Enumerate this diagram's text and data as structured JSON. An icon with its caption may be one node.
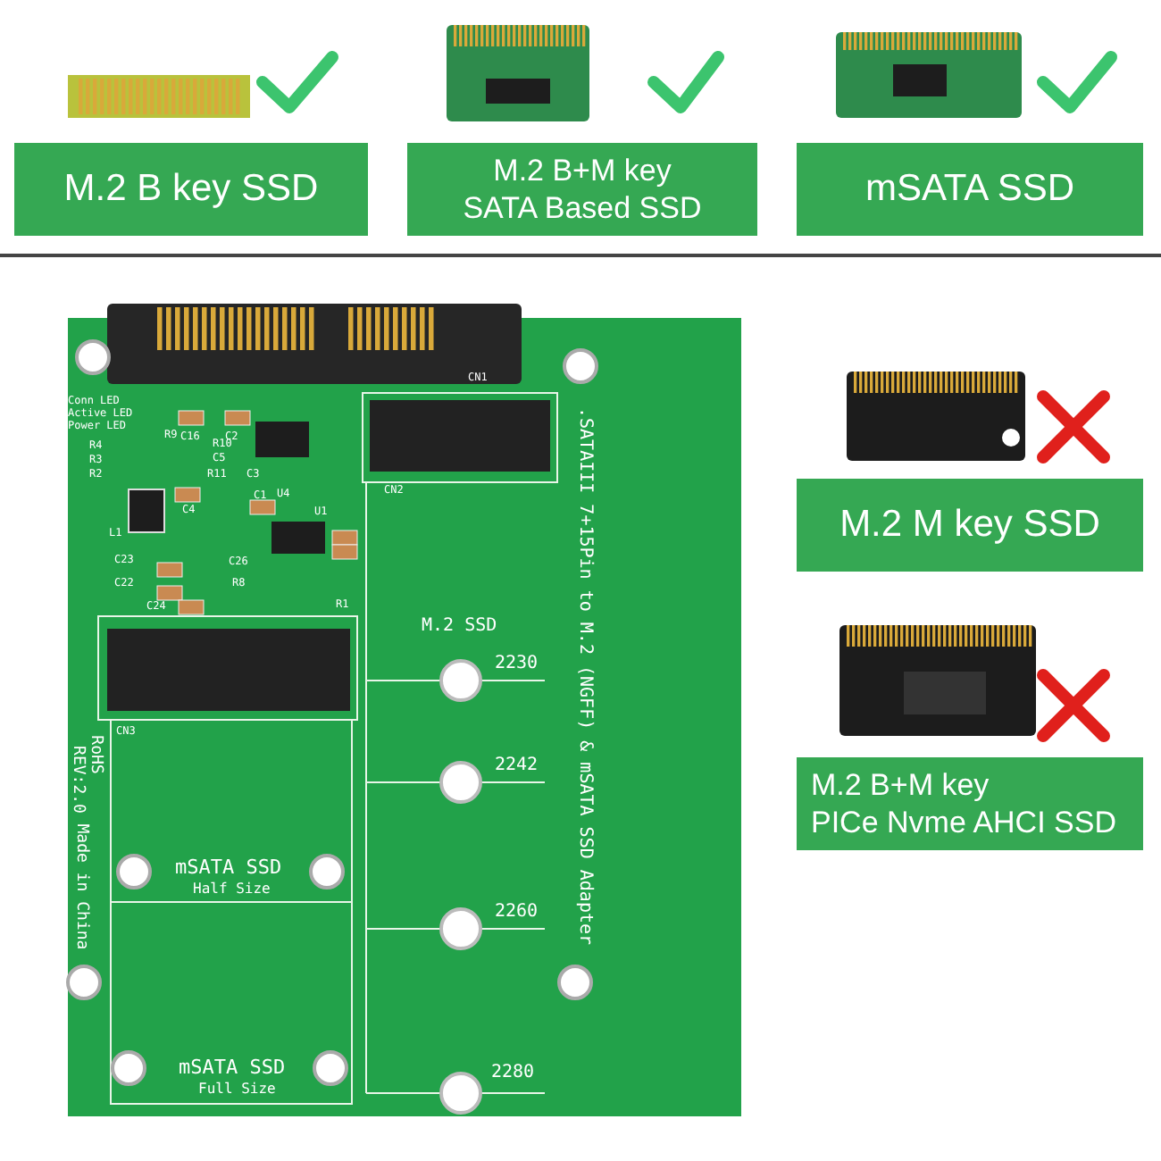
{
  "diagram": {
    "nodes": [
      {
        "text": [
          "M.2 B key SSD"
        ]
      },
      {
        "text": [
          "M.2 B+M key",
          "SATA Based SSD"
        ]
      },
      {
        "text": [
          "mSATA SSD"
        ]
      },
      {
        "text": [
          "M.2 M key SSD"
        ]
      },
      {
        "text": [
          "M.2 B+M key",
          "PICe Nvme AHCI SSD"
        ]
      }
    ],
    "labels": [
      "Conn LED",
      "Active LED",
      "Power LED",
      "CN1",
      "C16",
      "C2",
      "R4",
      "R3",
      "R2",
      "R9",
      "R10",
      "C5",
      "R11",
      "C3",
      "C1",
      "U4",
      "C4",
      "L1",
      "U1",
      "CN2",
      "C23",
      "C22",
      "C26",
      "R8",
      "C24",
      "R1",
      "M.2 SSD",
      "2230",
      "CN3",
      "2242",
      "RoHS",
      "REV:2.0",
      "Made in China",
      "mSATA SSD",
      "Half Size",
      "2260",
      "mSATA SSD",
      "Full Size",
      "2280",
      ".SATAIII 7+15Pin to M.2 (NGFF) & mSATA SSD Adapter"
    ]
  }
}
